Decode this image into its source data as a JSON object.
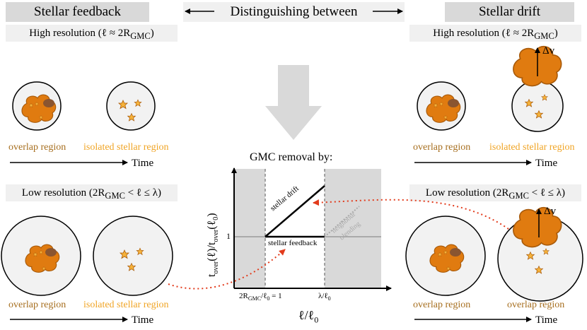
{
  "left_header": "Stellar feedback",
  "right_header": "Stellar drift",
  "center_header": "Distinguishing between",
  "res_high_left": "High resolution (ℓ ≈ 2R",
  "res_high_right": "High resolution (ℓ ≈ 2R",
  "res_sub": "GMC",
  "res_close": ")",
  "res_low_left": "Low resolution (2R",
  "res_low_right": "Low resolution (2R",
  "res_low_tail": " < ℓ ≤ λ)",
  "overlap_label": "overlap region",
  "isolated_label": "isolated stellar region",
  "time_label": "Time",
  "delta_v": "Δv",
  "plot": {
    "title": "GMC removal by:",
    "drift_label": "stellar drift",
    "feedback_label": "stellar feedback",
    "neighbour_label": "neighbour",
    "blending_label": "blending",
    "y_tick": "1",
    "x_tick_left": "2R",
    "x_tick_left_sub": "GMC",
    "x_tick_left_tail": "/ℓ",
    "x_tick_left_sub2": "0",
    "x_tick_left_end": " = 1",
    "x_tick_right": "λ/ℓ",
    "x_tick_right_sub": "0",
    "x_axis": "ℓ/ℓ",
    "x_axis_sub": "0",
    "y_axis": "t",
    "y_axis_sub": "over",
    "y_axis_mid": "(ℓ)/t",
    "y_axis_sub2": "over",
    "y_axis_end": "(ℓ",
    "y_axis_sub3": "0",
    "y_axis_close": ")"
  },
  "colors": {
    "cloud": "#e07b10",
    "cloud_edge": "#a85a0a",
    "cloud_dark": "#8a5530",
    "star": "#f6b23a",
    "arrow_red": "#e23b1c",
    "circle_fill": "#f2f2f2",
    "panel_grey": "#d9d9d9"
  }
}
